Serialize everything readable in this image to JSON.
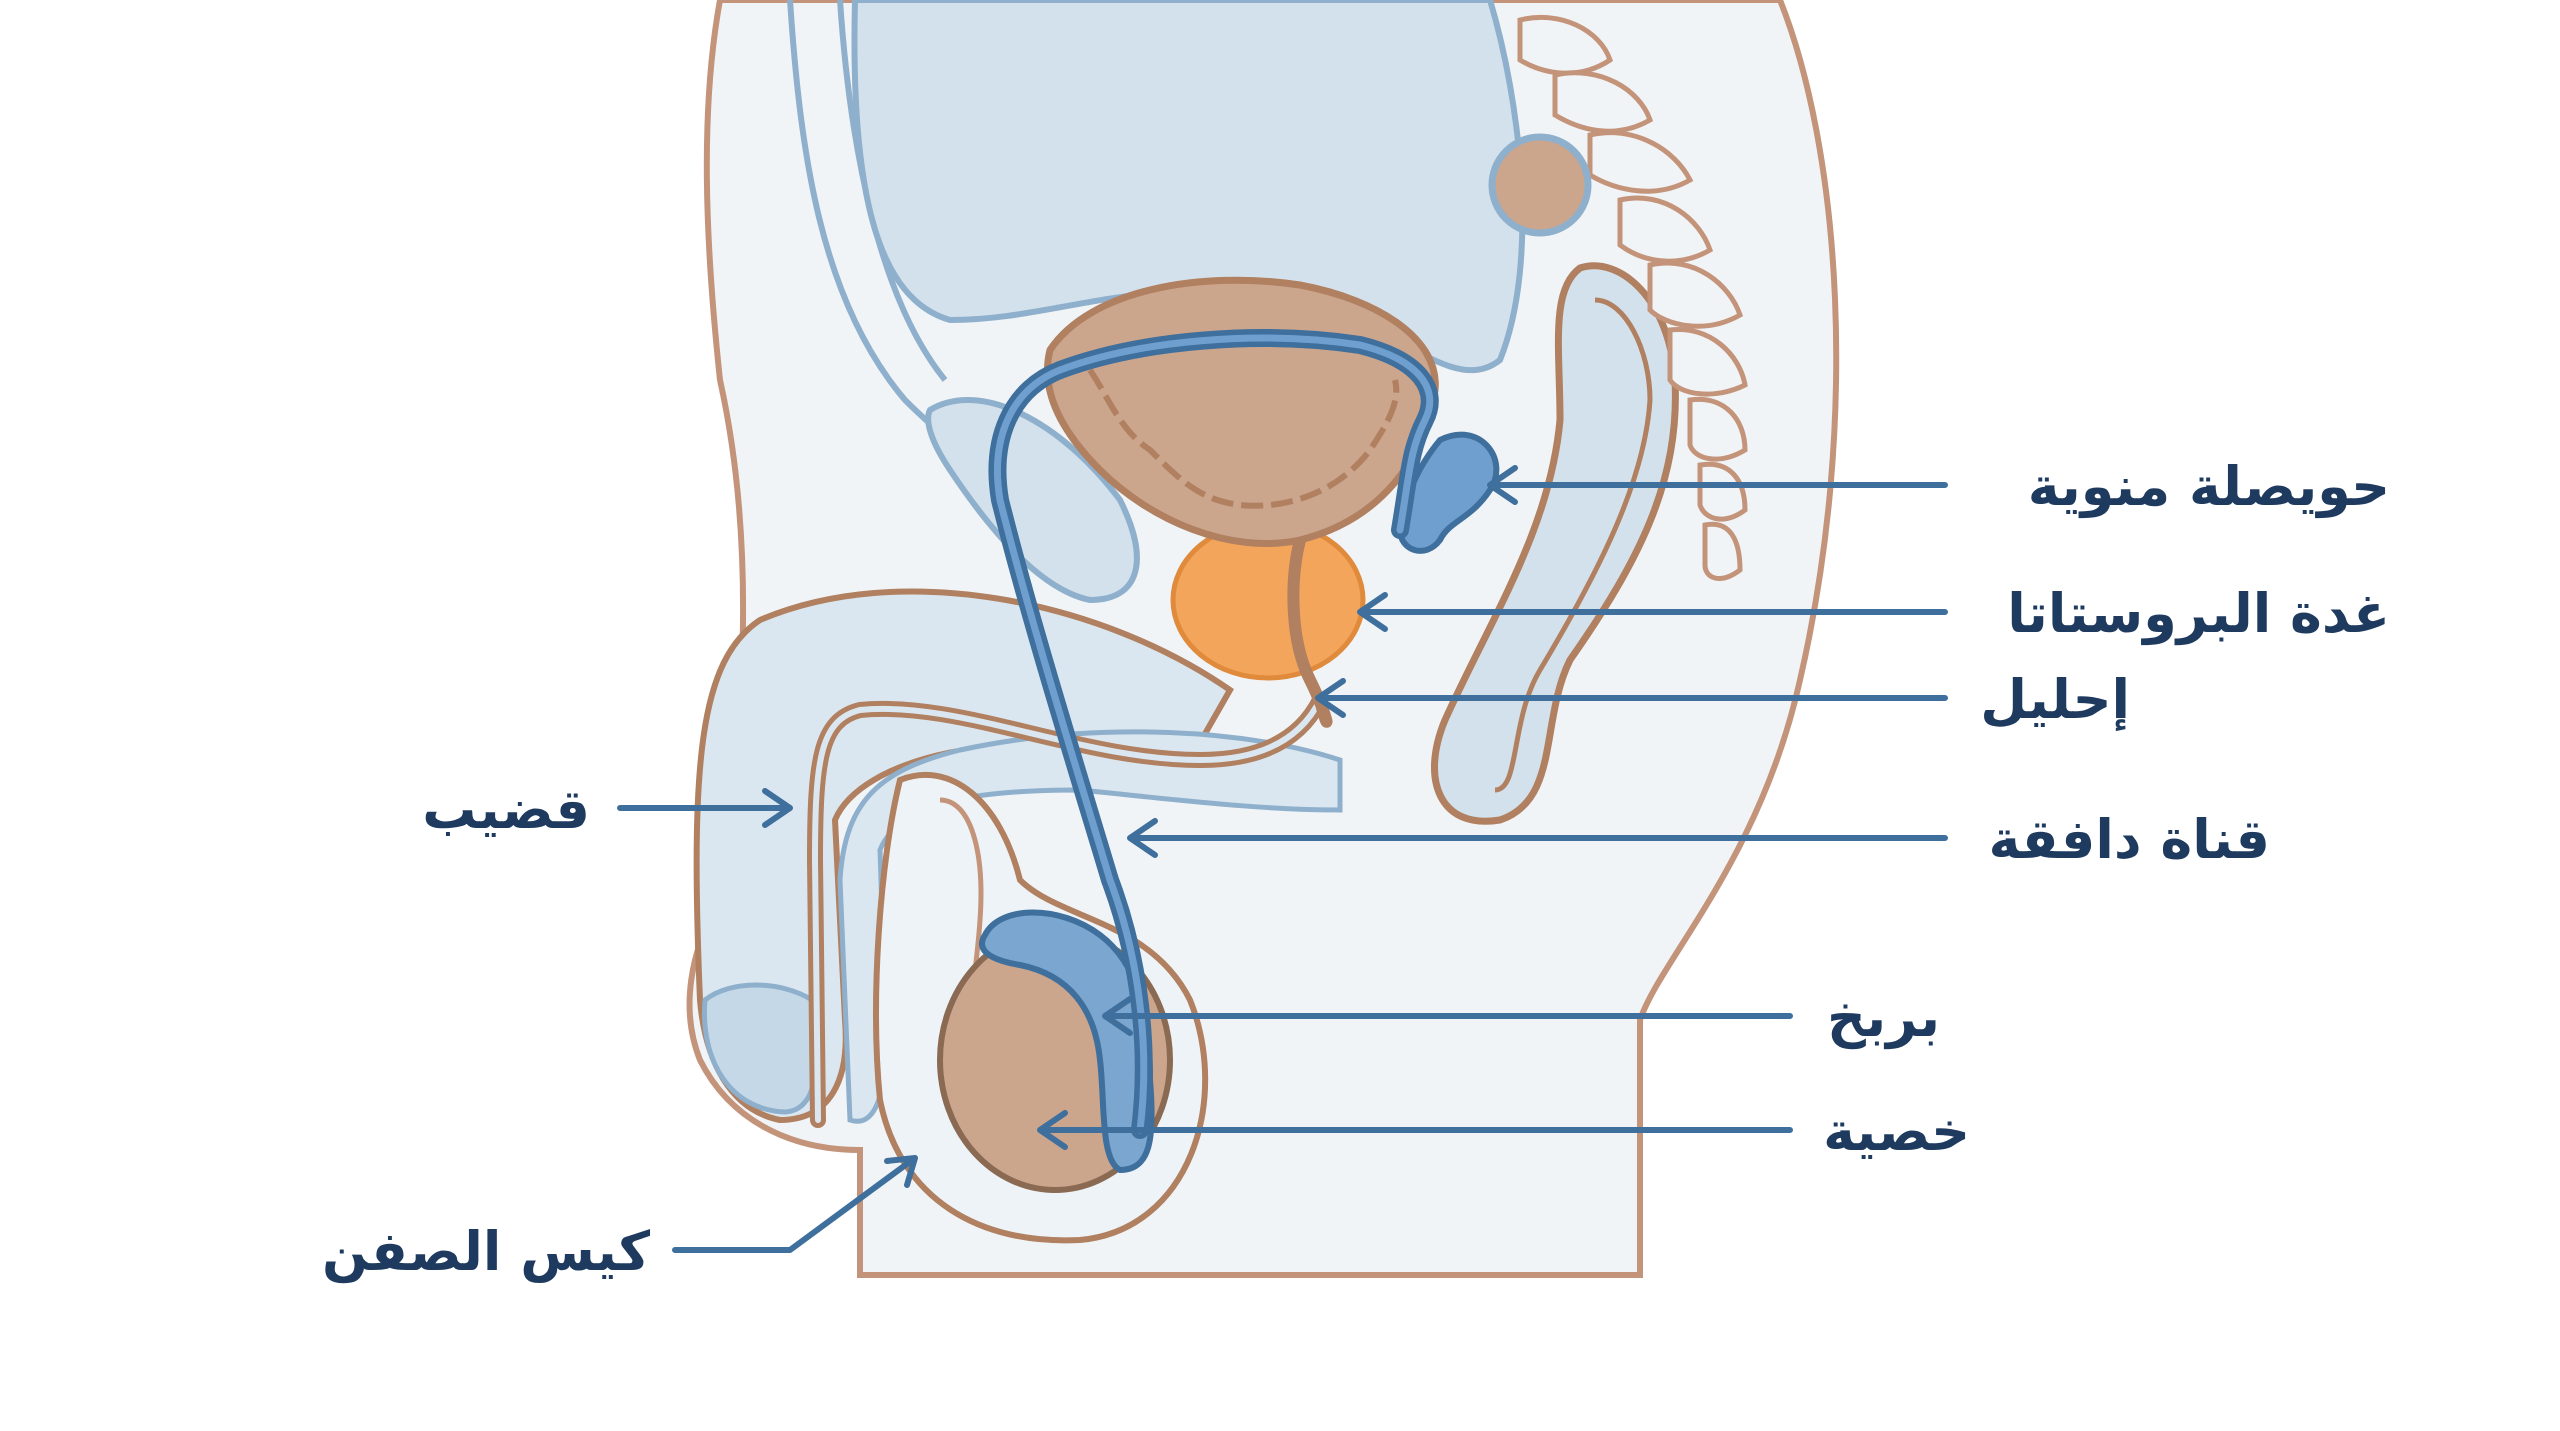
{
  "colors": {
    "label": "#1e3a5f",
    "arrow": "#3f6f9c",
    "tissue_outline": "#b08060",
    "organ_fill": "#cba58c",
    "duct": "#4a7fb8",
    "duct_light": "#7aa6d0",
    "prostate": "#f3a55c",
    "cavity": "#d3e1ec",
    "skin": "#f1f4f7"
  },
  "labels": {
    "seminal_vesicle": "حويصلة منوية",
    "prostate": "غدة البروستاتا",
    "urethra": "إحليل",
    "vas_deferens": "قناة دافقة",
    "epididymis": "بربخ",
    "testis": "خصية",
    "penis": "قضيب",
    "scrotum": "كيس الصفن"
  }
}
